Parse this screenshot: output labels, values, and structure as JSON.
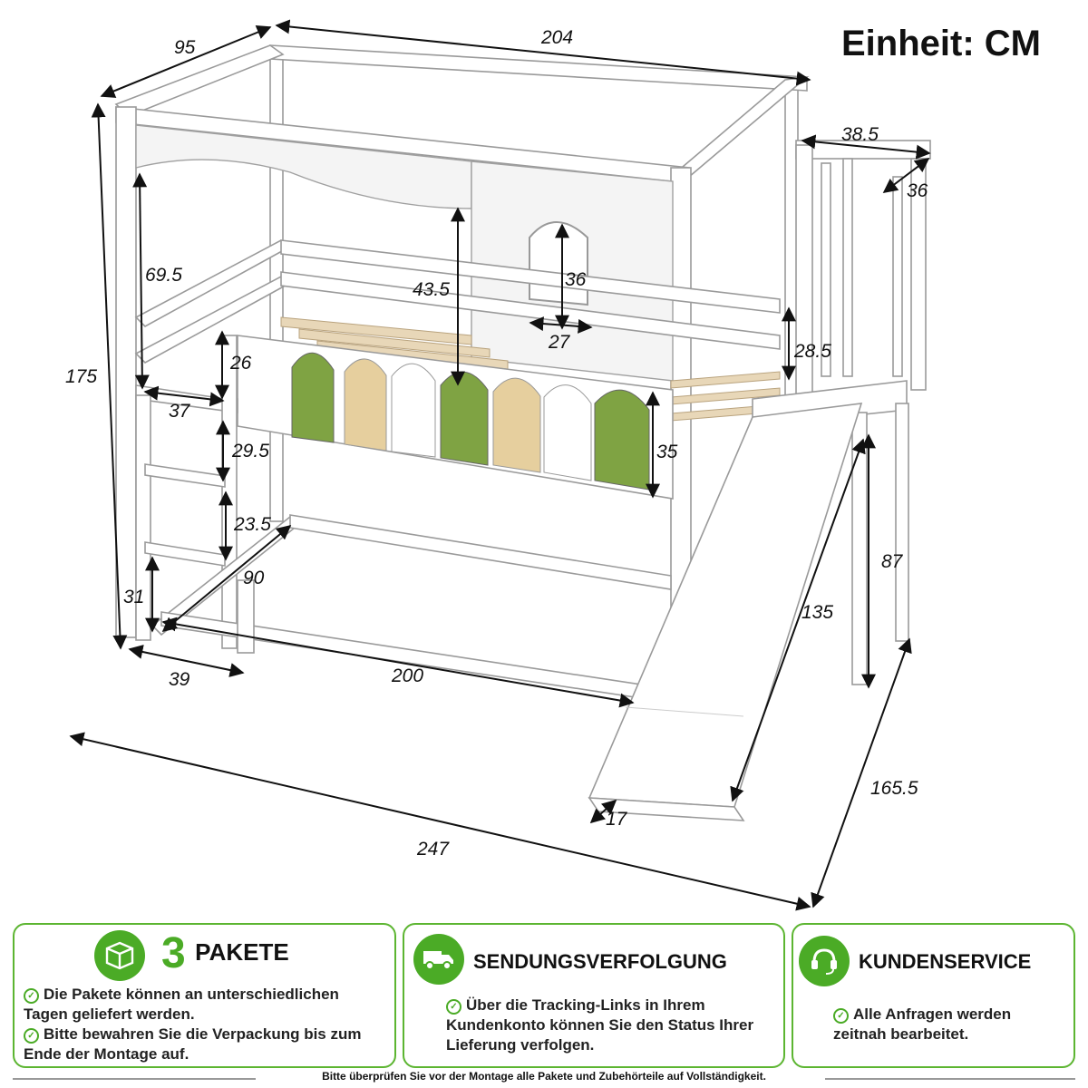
{
  "unit_label": "Einheit: CM",
  "dimensions": {
    "depth_top": "95",
    "length_top": "204",
    "height_total": "175",
    "step_width": "38.5",
    "step_depth": "36",
    "side_rail_height": "69.5",
    "wall_opening_height": "43.5",
    "window_height": "36",
    "window_width": "27",
    "guard_height": "26",
    "ladder_width": "37",
    "ladder_step_1": "29.5",
    "ladder_step_2": "23.5",
    "ladder_bottom": "31",
    "inner_depth": "90",
    "base_depth": "39",
    "base_length": "200",
    "front_rail_height": "28.5",
    "front_panel_height": "35",
    "platform_height": "87",
    "slide_length": "135",
    "slide_width": "17",
    "side_length": "165.5",
    "total_length": "247"
  },
  "panels": {
    "packages": {
      "count": "3",
      "title": "PAKETE",
      "icon": "package-icon",
      "items": [
        "Die Pakete können an unterschiedlichen Tagen geliefert werden.",
        "Bitte bewahren Sie die Verpackung bis zum Ende der Montage auf."
      ]
    },
    "tracking": {
      "title": "SENDUNGSVERFOLGUNG",
      "icon": "truck-icon",
      "items": [
        "Über die Tracking-Links in Ihrem Kundenkonto können Sie den Status Ihrer Lieferung verfolgen."
      ]
    },
    "service": {
      "title": "KUNDENSERVICE",
      "icon": "headset-icon",
      "items": [
        "Alle Anfragen werden zeitnah bearbeitet."
      ]
    }
  },
  "footer_note": "Bitte überprüfen Sie vor der Montage alle Pakete und Zubehörteile auf Vollständigkeit.",
  "colors": {
    "accent_green": "#4bab26",
    "panel_border": "#5cb531",
    "olive_panel": "#7fa343",
    "wood_panel": "#e6cf9e"
  }
}
